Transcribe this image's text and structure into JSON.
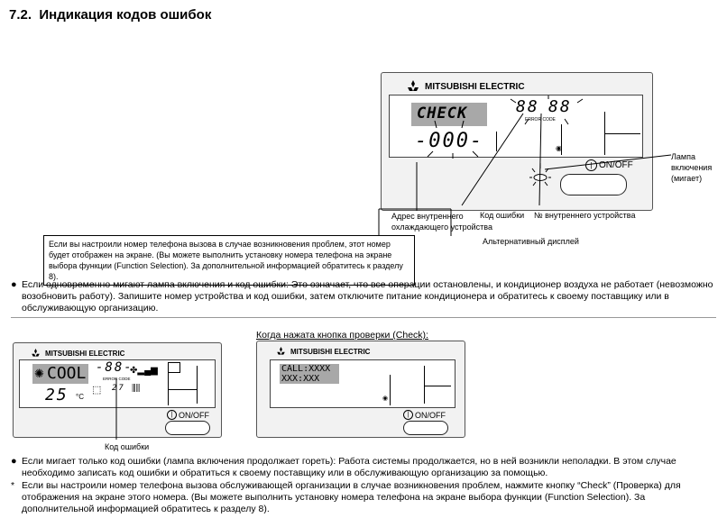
{
  "section": {
    "number": "7.2.",
    "title": "Индикация кодов ошибок"
  },
  "top_panel": {
    "brand": "MITSUBISHI ELECTRIC",
    "check_label": "CHECK",
    "address_digits": "-000-",
    "error_digits_a": "88",
    "error_digits_b": "88",
    "error_code_caption": "ERROR CODE",
    "on_off_label": "ON/OFF"
  },
  "annotations": {
    "lamp": "Лампа\nвключения\n(мигает)",
    "address": "Адрес внутреннего\nохлаждающего устройства",
    "error_code": "Код ошибки",
    "unit_no": "№ внутреннего устройства",
    "alt_display": "Альтернативный дисплей"
  },
  "callout": "Если вы настроили номер телефона вызова в случае возникновения проблем, этот номер будет отображен на экране. (Вы можете выполнить установку номера телефона на экране выбора функции (Function Selection). За дополнительной информацией обратитесь к разделу 8).",
  "bullet1": "Если одновременно мигают лампа включения и код ошибки: Это означает, что все операции остановлены, и кондиционер воздуха не работает (невозможно возобновить работу). Запишите номер устройства и код ошибки, затем отключите питание кондиционера и обратитесь к своему поставщику или в обслуживающую организацию.",
  "check_caption": "Когда нажата кнопка проверки (Check):",
  "left_panel": {
    "brand": "MITSUBISHI ELECTRIC",
    "mode": "COOL",
    "error_digits": "-88-",
    "error_code_caption": "ERROR CODE",
    "temp_main": "25",
    "temp_unit": "°C",
    "temp_small": "27",
    "on_off_label": "ON/OFF",
    "error_code_label": "Код ошибки"
  },
  "right_panel": {
    "brand": "MITSUBISHI ELECTRIC",
    "line1": "CALL:XXXX",
    "line2": "XXX:XXX",
    "on_off_label": "ON/OFF"
  },
  "bullet2": "Если мигает только код ошибки (лампа включения продолжает гореть): Работа системы продолжается, но в ней возникли неполадки. В этом случае необходимо записать код ошибки и обратиться к своему поставщику или в обслуживающую организацию за помощью.",
  "note_mark": "*",
  "note": "Если вы настроили номер телефона вызова обслуживающей организации в случае возникновения проблем, нажмите кнопку “Check” (Проверка) для отображения на экране этого номера. (Вы можете выполнить установку номера телефона на экране выбора функции (Function Selection). За дополнительной информацией обратитесь к  разделу 8)."
}
